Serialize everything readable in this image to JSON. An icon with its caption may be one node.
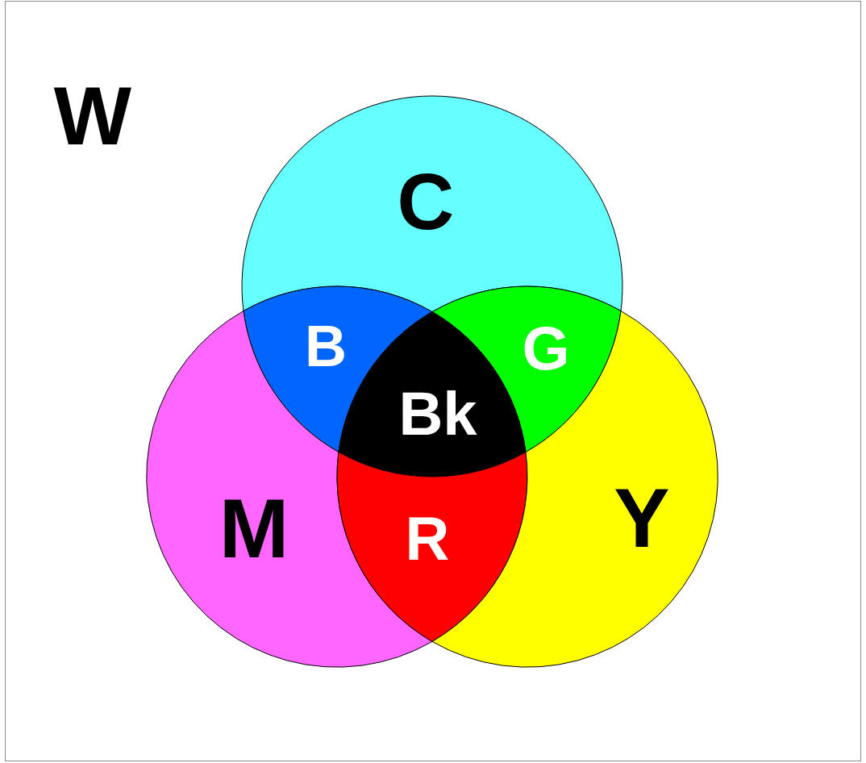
{
  "diagram": {
    "nodes": [
      {
        "text": [
          "W"
        ]
      },
      {
        "text": [
          "C"
        ],
        "in": 0
      },
      {
        "text": [
          "B"
        ],
        "in": 0
      },
      {
        "text": [
          "G"
        ],
        "in": 0
      },
      {
        "text": [
          "Bk"
        ],
        "in": 0
      },
      {
        "text": [
          "M"
        ],
        "in": 0
      },
      {
        "text": [
          "R"
        ],
        "in": 0
      },
      {
        "text": [
          "Y"
        ],
        "in": 0
      }
    ]
  }
}
